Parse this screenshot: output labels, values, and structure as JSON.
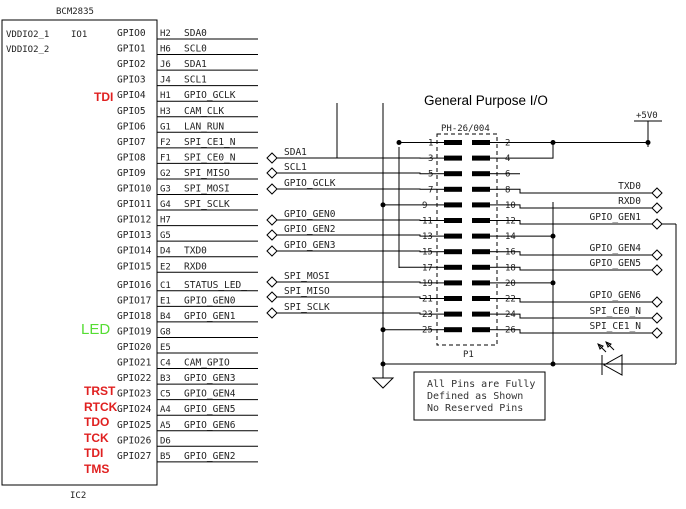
{
  "chip": {
    "name": "BCM2835",
    "ref": "IC2",
    "io_label": "IO1",
    "power_pins": [
      "VDDIO2_1",
      "VDDIO2_2"
    ],
    "gpio_labels": [
      "GPIO0",
      "GPIO1",
      "GPIO2",
      "GPIO3",
      "GPIO4",
      "GPIO5",
      "GPIO6",
      "GPIO7",
      "GPIO8",
      "GPIO9",
      "GPIO10",
      "GPIO11",
      "GPIO12",
      "GPIO13",
      "GPIO14",
      "GPIO15",
      "GPIO16",
      "GPIO17",
      "GPIO18",
      "GPIO19",
      "GPIO20",
      "GPIO21",
      "GPIO22",
      "GPIO23",
      "GPIO24",
      "GPIO25",
      "GPIO26",
      "GPIO27"
    ],
    "ball_ids": [
      "H2",
      "H6",
      "J6",
      "J4",
      "H1",
      "H3",
      "G1",
      "F2",
      "F1",
      "G2",
      "G3",
      "G4",
      "H7",
      "G5",
      "D4",
      "E2",
      "C1",
      "E1",
      "B4",
      "G8",
      "E5",
      "C4",
      "B3",
      "C5",
      "A4",
      "A5",
      "D6",
      "B5"
    ],
    "net_labels": [
      "SDA0",
      "SCL0",
      "SDA1",
      "SCL1",
      "GPIO_GCLK",
      "CAM_CLK",
      "LAN_RUN",
      "SPI_CE1_N",
      "SPI_CE0_N",
      "SPI_MISO",
      "SPI_MOSI",
      "SPI_SCLK",
      "",
      "",
      "TXD0",
      "RXD0",
      "STATUS_LED_",
      "GPIO_GEN0",
      "GPIO_GEN1",
      "",
      "",
      "CAM_GPIO",
      "GPIO_GEN3",
      "GPIO_GEN4",
      "GPIO_GEN5",
      "GPIO_GEN6",
      "",
      "GPIO_GEN2"
    ]
  },
  "annotations": {
    "tdi_top": "TDI",
    "led": "LED",
    "jtag": [
      "TRST",
      "RTCK",
      "TDO",
      "TCK",
      "TDI",
      "TMS"
    ]
  },
  "header": {
    "title": "General Purpose I/O",
    "part": "PH-26/004",
    "ref": "P1",
    "supply": "+5V0",
    "odd_pins": [
      "1",
      "3",
      "5",
      "7",
      "9",
      "11",
      "13",
      "15",
      "17",
      "19",
      "21",
      "23",
      "25"
    ],
    "even_pins": [
      "2",
      "4",
      "6",
      "8",
      "10",
      "12",
      "14",
      "16",
      "18",
      "20",
      "22",
      "24",
      "26"
    ],
    "left_nets": [
      "SDA1",
      "SCL1",
      "GPIO_GCLK",
      "GPIO_GEN0",
      "GPIO_GEN2",
      "GPIO_GEN3",
      "SPI_MOSI",
      "SPI_MISO",
      "SPI_SCLK"
    ],
    "right_nets": [
      "TXD0",
      "RXD0",
      "GPIO_GEN1",
      "GPIO_GEN4",
      "GPIO_GEN5",
      "GPIO_GEN6",
      "SPI_CE0_N",
      "SPI_CE1_N"
    ]
  },
  "note": {
    "lines": [
      "All Pins are Fully",
      "Defined as Shown",
      "No Reserved Pins"
    ]
  },
  "colors": {
    "jtag_red": "#e02020",
    "led_green": "#55dd33",
    "port_red": "#e03a3a",
    "port_green": "#44cc33",
    "pad_black": "#000000"
  }
}
